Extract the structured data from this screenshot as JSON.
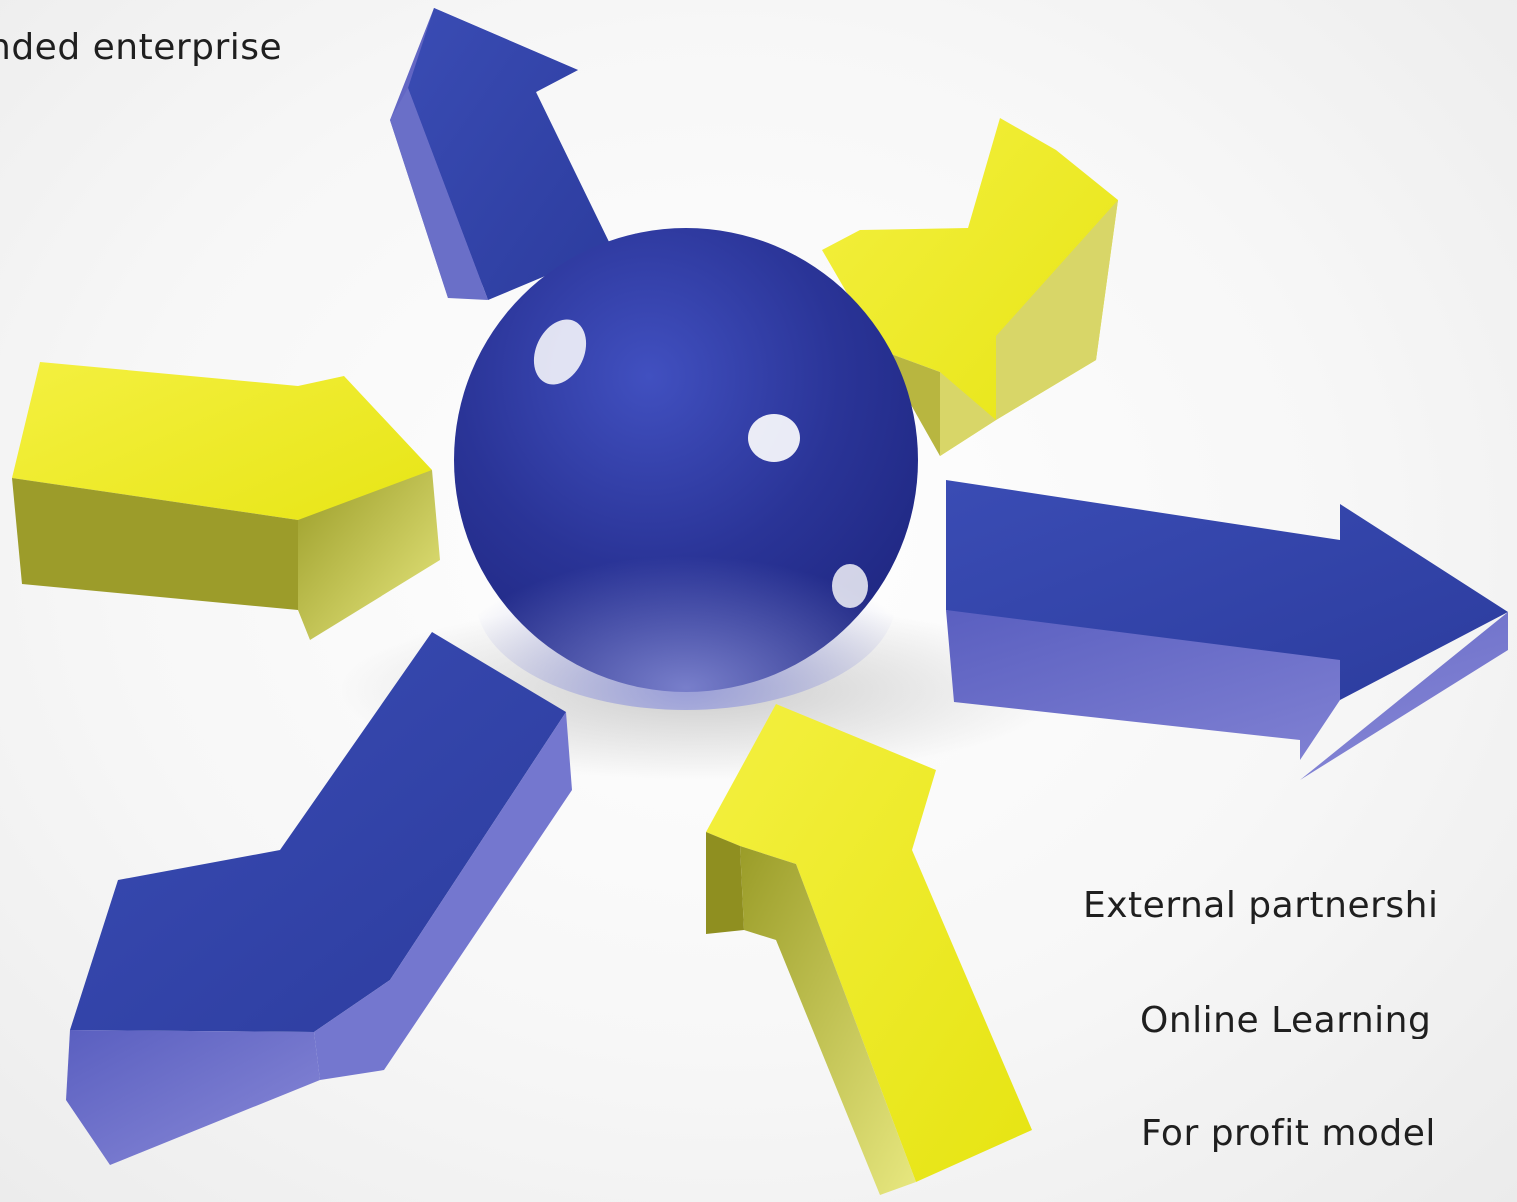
{
  "labels": {
    "top_left": "nded enterprise",
    "external": "External partnershi",
    "online": "Online Learning",
    "profit": "For profit model"
  },
  "colors": {
    "blue_arrow": "#3545a8",
    "yellow_arrow": "#ecec20",
    "sphere": "#2f39a0",
    "text": "#1f1f1f"
  }
}
